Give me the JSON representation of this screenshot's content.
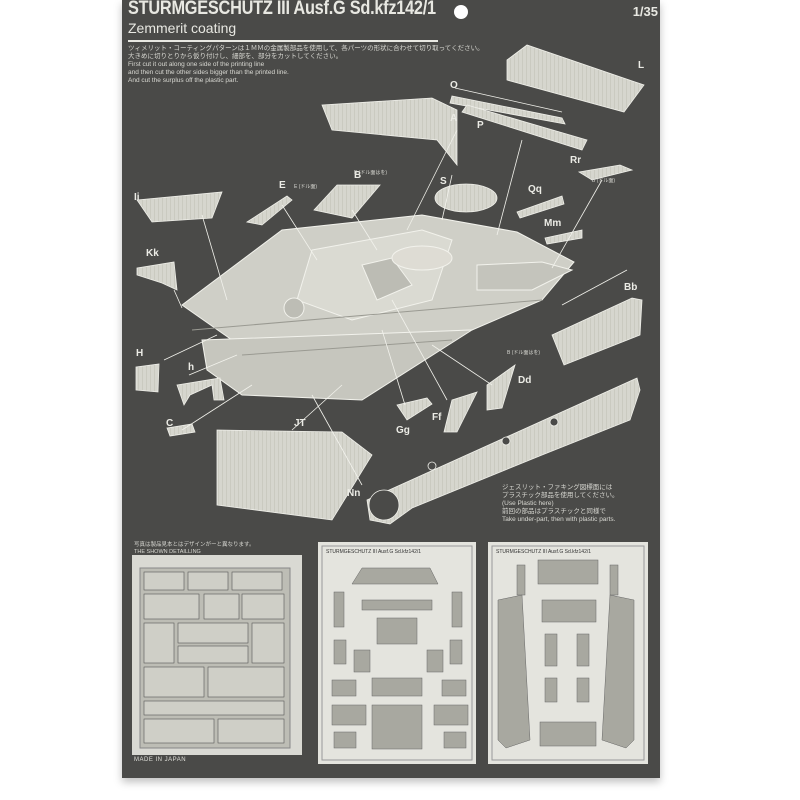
{
  "header": {
    "title": "STURMGESCHUTZ III Ausf.G Sd.kfz142/1",
    "subtitle": "Zemmerit coating",
    "scale": "1/35"
  },
  "instructions": {
    "line1": "ツィメリット・コーティングパターンは１ＭＭの金属製部品を使用して、各パーツの形状に合わせて切り取ってください。",
    "line2": "大きめに切りとりから仮り付けし、細部を、部分をカットしてください。",
    "line3": "First cut it out along one side of the printing line",
    "line4": "and then cut the other sides bigger than the printed line.",
    "line5": "And cut the surplus off the plastic part."
  },
  "part_labels": [
    "L",
    "O",
    "A",
    "P",
    "Rr",
    "Ii",
    "E",
    "B",
    "S",
    "Qq",
    "Mm",
    "Kk",
    "Bb",
    "H",
    "h",
    "C",
    "JT",
    "Gg",
    "Ff",
    "Dd",
    "Nn"
  ],
  "small_notes": {
    "b_note": "B (ドル面はを)",
    "e_note": "E (ドル面)",
    "rr_note": "B (ドル面)",
    "dd_note": "B (ドル面はを)"
  },
  "side_note": {
    "line1": "ジェスリット・ファキング図標面には",
    "line2": "プラスチック部品を使用してください。",
    "line3": "(Use Plastic here)",
    "line4": "前回の部品はプラスチックと同様で",
    "line5": "Take under-part, then with plastic parts."
  },
  "thumbnails": {
    "left_caption1": "写真は製品見本とはデザインがーと異なります。",
    "left_caption2": "THE SHOWN DETAILLING",
    "mid_header": "STURMGESCHUTZ III Ausf.G Sd.kfz142/1",
    "right_header": "STURMGESCHUTZ III Ausf.G Sd.kfz142/1"
  },
  "footer": {
    "made_in": "MADE IN JAPAN"
  }
}
